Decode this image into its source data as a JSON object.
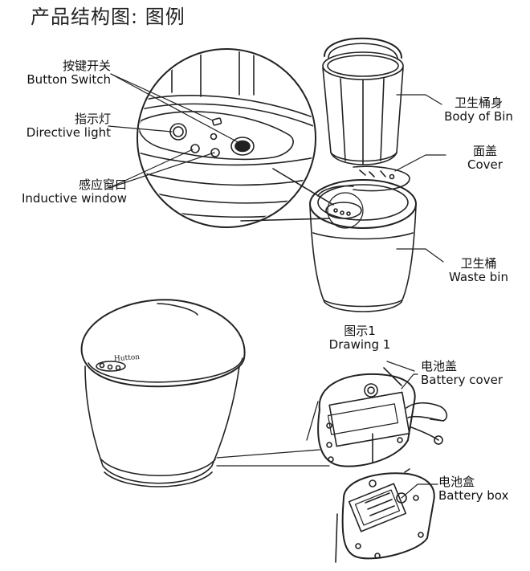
{
  "title": "产品结构图: 图例",
  "brand_mark": "Hutton",
  "labels": {
    "button_switch_cn": "按键开关",
    "button_switch_en": "Button Switch",
    "directive_light_cn": "指示灯",
    "directive_light_en": "Directive light",
    "inductive_window_cn": "感应窗口",
    "inductive_window_en": "Inductive window",
    "body_of_bin_cn": "卫生桶身",
    "body_of_bin_en": "Body of Bin",
    "cover_cn": "面盖",
    "cover_en": "Cover",
    "waste_bin_cn": "卫生桶",
    "waste_bin_en": "Waste bin",
    "drawing_cn": "图示1",
    "drawing_en": "Drawing 1",
    "battery_cover_cn": "电池盖",
    "battery_cover_en": "Battery cover",
    "battery_box_cn": "电池盒",
    "battery_box_en": "Battery box"
  }
}
